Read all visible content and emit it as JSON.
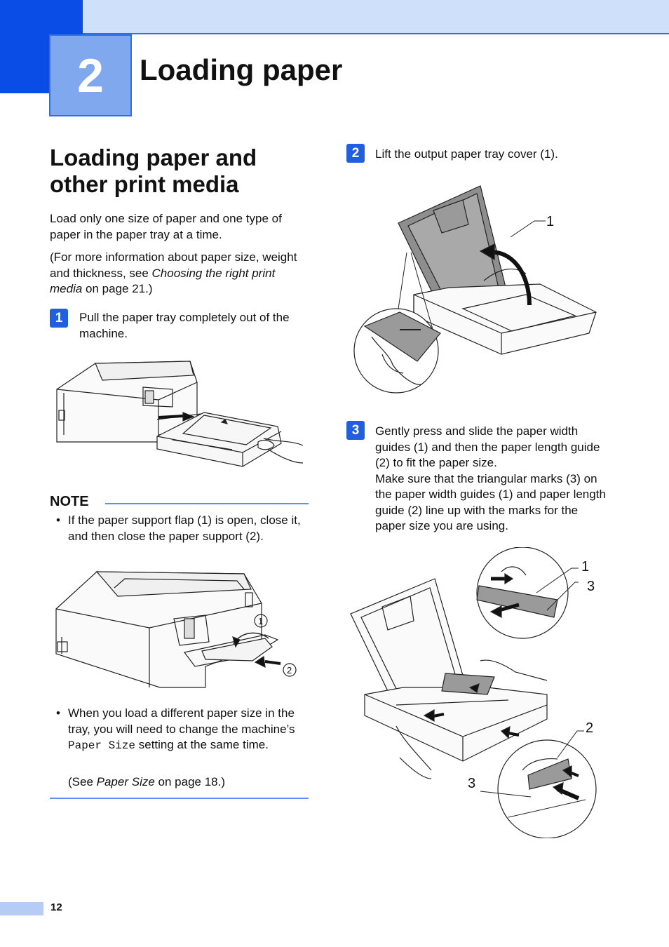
{
  "chapter": {
    "number": "2",
    "title": "Loading paper"
  },
  "section": {
    "title": "Loading paper and other print media"
  },
  "intro": {
    "p1": "Load only one size of paper and one type of paper in the paper tray at a time.",
    "p2_pre": "(For more information about paper size, weight and thickness, see ",
    "p2_link": "Choosing the right print media",
    "p2_post": " on page 21.)"
  },
  "steps": [
    {
      "badge": "1",
      "text": "Pull the paper tray completely out of the machine."
    },
    {
      "badge": "2",
      "text": "Lift the output paper tray cover (1)."
    },
    {
      "badge": "3",
      "text_a": "Gently press and slide the paper width guides (1) and then the paper length guide (2) to fit the paper size.",
      "text_b": "Make sure that the triangular marks (3) on the paper width guides (1) and paper length guide (2) line up with the marks for the paper size you are using."
    }
  ],
  "note": {
    "heading": "NOTE",
    "bullet1": "If the paper support flap (1) is open, close it, and then close the paper support (2).",
    "bullet2_pre": "When you load a different paper size in the tray, you will need to change the machine’s ",
    "bullet2_code": "Paper Size",
    "bullet2_post": " setting at the same time.",
    "see_pre": "(See ",
    "see_link": "Paper Size",
    "see_post": " on page 18.)",
    "bullet_char": "•"
  },
  "callouts": {
    "step2_1": "1",
    "note_1": "1",
    "note_2": "2",
    "step3_1": "1",
    "step3_3a": "3",
    "step3_2": "2",
    "step3_3b": "3"
  },
  "page_number": "12",
  "colors": {
    "accent": "#0a4de6",
    "band": "#cfe0fb",
    "chapter_box": "#7fa8ee",
    "rule": "#5b8ff0"
  }
}
